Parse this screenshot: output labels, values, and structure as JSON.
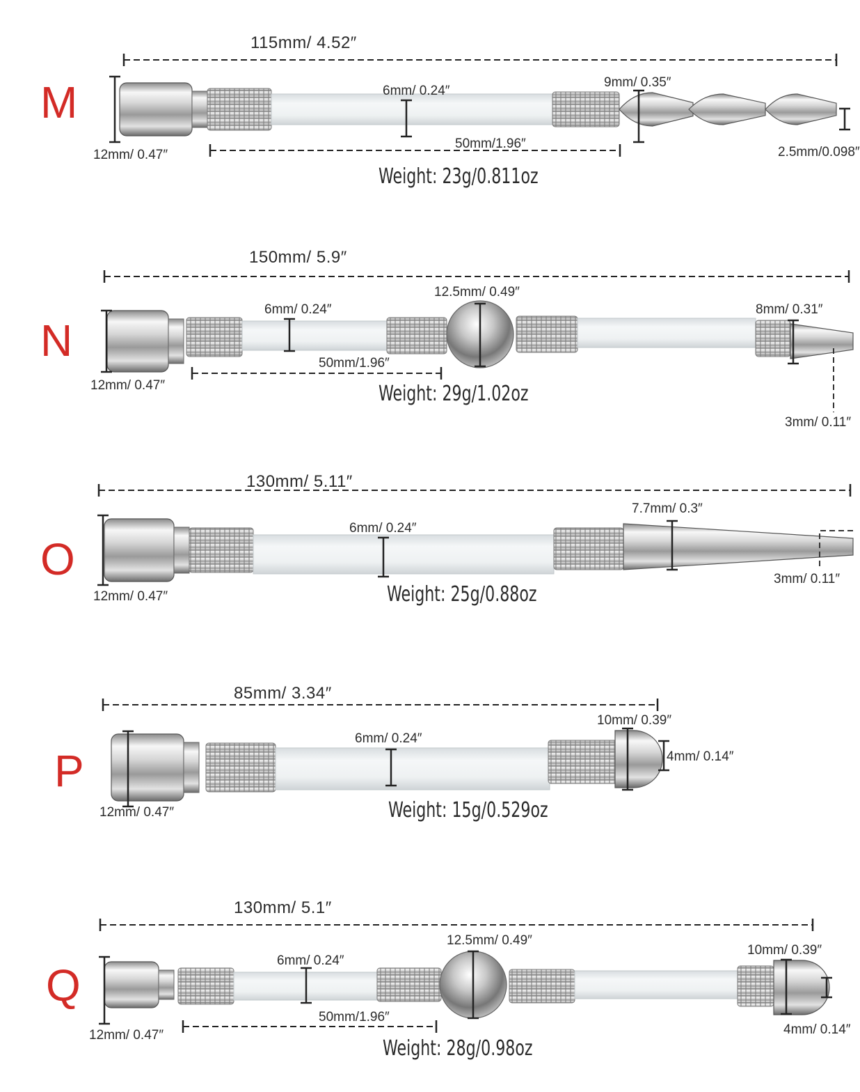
{
  "colors": {
    "letter": "#d32b26",
    "text": "#2a2a2a",
    "steel_light": "#f4f4f4",
    "steel_dark": "#6e6e6e",
    "rod": "#e9ecee"
  },
  "products": [
    {
      "letter": "M",
      "length": "115mm/ 4.52″",
      "weight": "Weight:  23g/0.811oz",
      "cap": "12mm/  0.47″",
      "rod": "6mm/ 0.24″",
      "section": "50mm/1.96″",
      "bead": "9mm/ 0.35″",
      "tip": "2.5mm/0.098″"
    },
    {
      "letter": "N",
      "length": "150mm/ 5.9″",
      "weight": "Weight:  29g/1.02oz",
      "cap": "12mm/  0.47″",
      "rod": "6mm/ 0.24″",
      "section": "50mm/1.96″",
      "ball": "12.5mm/ 0.49″",
      "bead": "8mm/ 0.31″",
      "tip": "3mm/ 0.11″"
    },
    {
      "letter": "O",
      "length": "130mm/  5.11″",
      "weight": "Weight:  25g/0.88oz",
      "cap": "12mm/  0.47″",
      "rod": "6mm/ 0.24″",
      "bead": "7.7mm/  0.3″",
      "tip": "3mm/ 0.11″"
    },
    {
      "letter": "P",
      "length": "85mm/ 3.34″",
      "weight": "Weight:  15g/0.529oz",
      "cap": "12mm/  0.47″",
      "rod": "6mm/ 0.24″",
      "bead": "10mm/ 0.39″",
      "tip": "4mm/ 0.14″"
    },
    {
      "letter": "Q",
      "length": "130mm/ 5.1″",
      "weight": "Weight:  28g/0.98oz",
      "cap": "12mm/  0.47″",
      "rod": "6mm/ 0.24″",
      "section": "50mm/1.96″",
      "ball": "12.5mm/ 0.49″",
      "bead": "10mm/ 0.39″",
      "tip": "4mm/ 0.14″"
    }
  ]
}
